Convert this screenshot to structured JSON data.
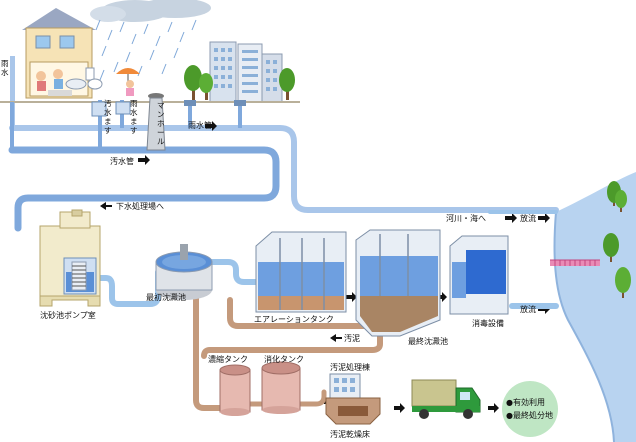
{
  "labels": {
    "rain_left": "雨水",
    "sewage_box": "汚水ます",
    "rain_box": "雨水ます",
    "manhole": "マンホール",
    "rain_pipe": "雨水管",
    "sewage_pipe": "汚水管",
    "to_plant": "下水処理場へ",
    "to_river": "河川・海へ",
    "discharge_top": "放流",
    "discharge_bottom": "放流",
    "pump_room": "沈砂池ポンプ室",
    "primary_tank": "最初沈澱池",
    "aeration_tank": "エアレーションタンク",
    "final_tank": "最終沈澱池",
    "disinfection": "消毒設備",
    "sludge": "汚泥",
    "thickener": "濃縮タンク",
    "digester": "消化タンク",
    "sludge_building": "汚泥処理棟",
    "drying_bed": "汚泥乾燥床",
    "use_1": "●有効利用",
    "use_2": "●最終処分地"
  },
  "colors": {
    "sewage_pipe": "#7fa8dc",
    "rain_pipe": "#a9c6ea",
    "sludge_pipe": "#c49a7c",
    "water": "#5a8fd6",
    "river": "#b8d3f0",
    "rain": "#7da6d8",
    "tree": "#4c9a2a",
    "truck": "#2e9a3c",
    "output_circle": "#bfe6c4"
  }
}
